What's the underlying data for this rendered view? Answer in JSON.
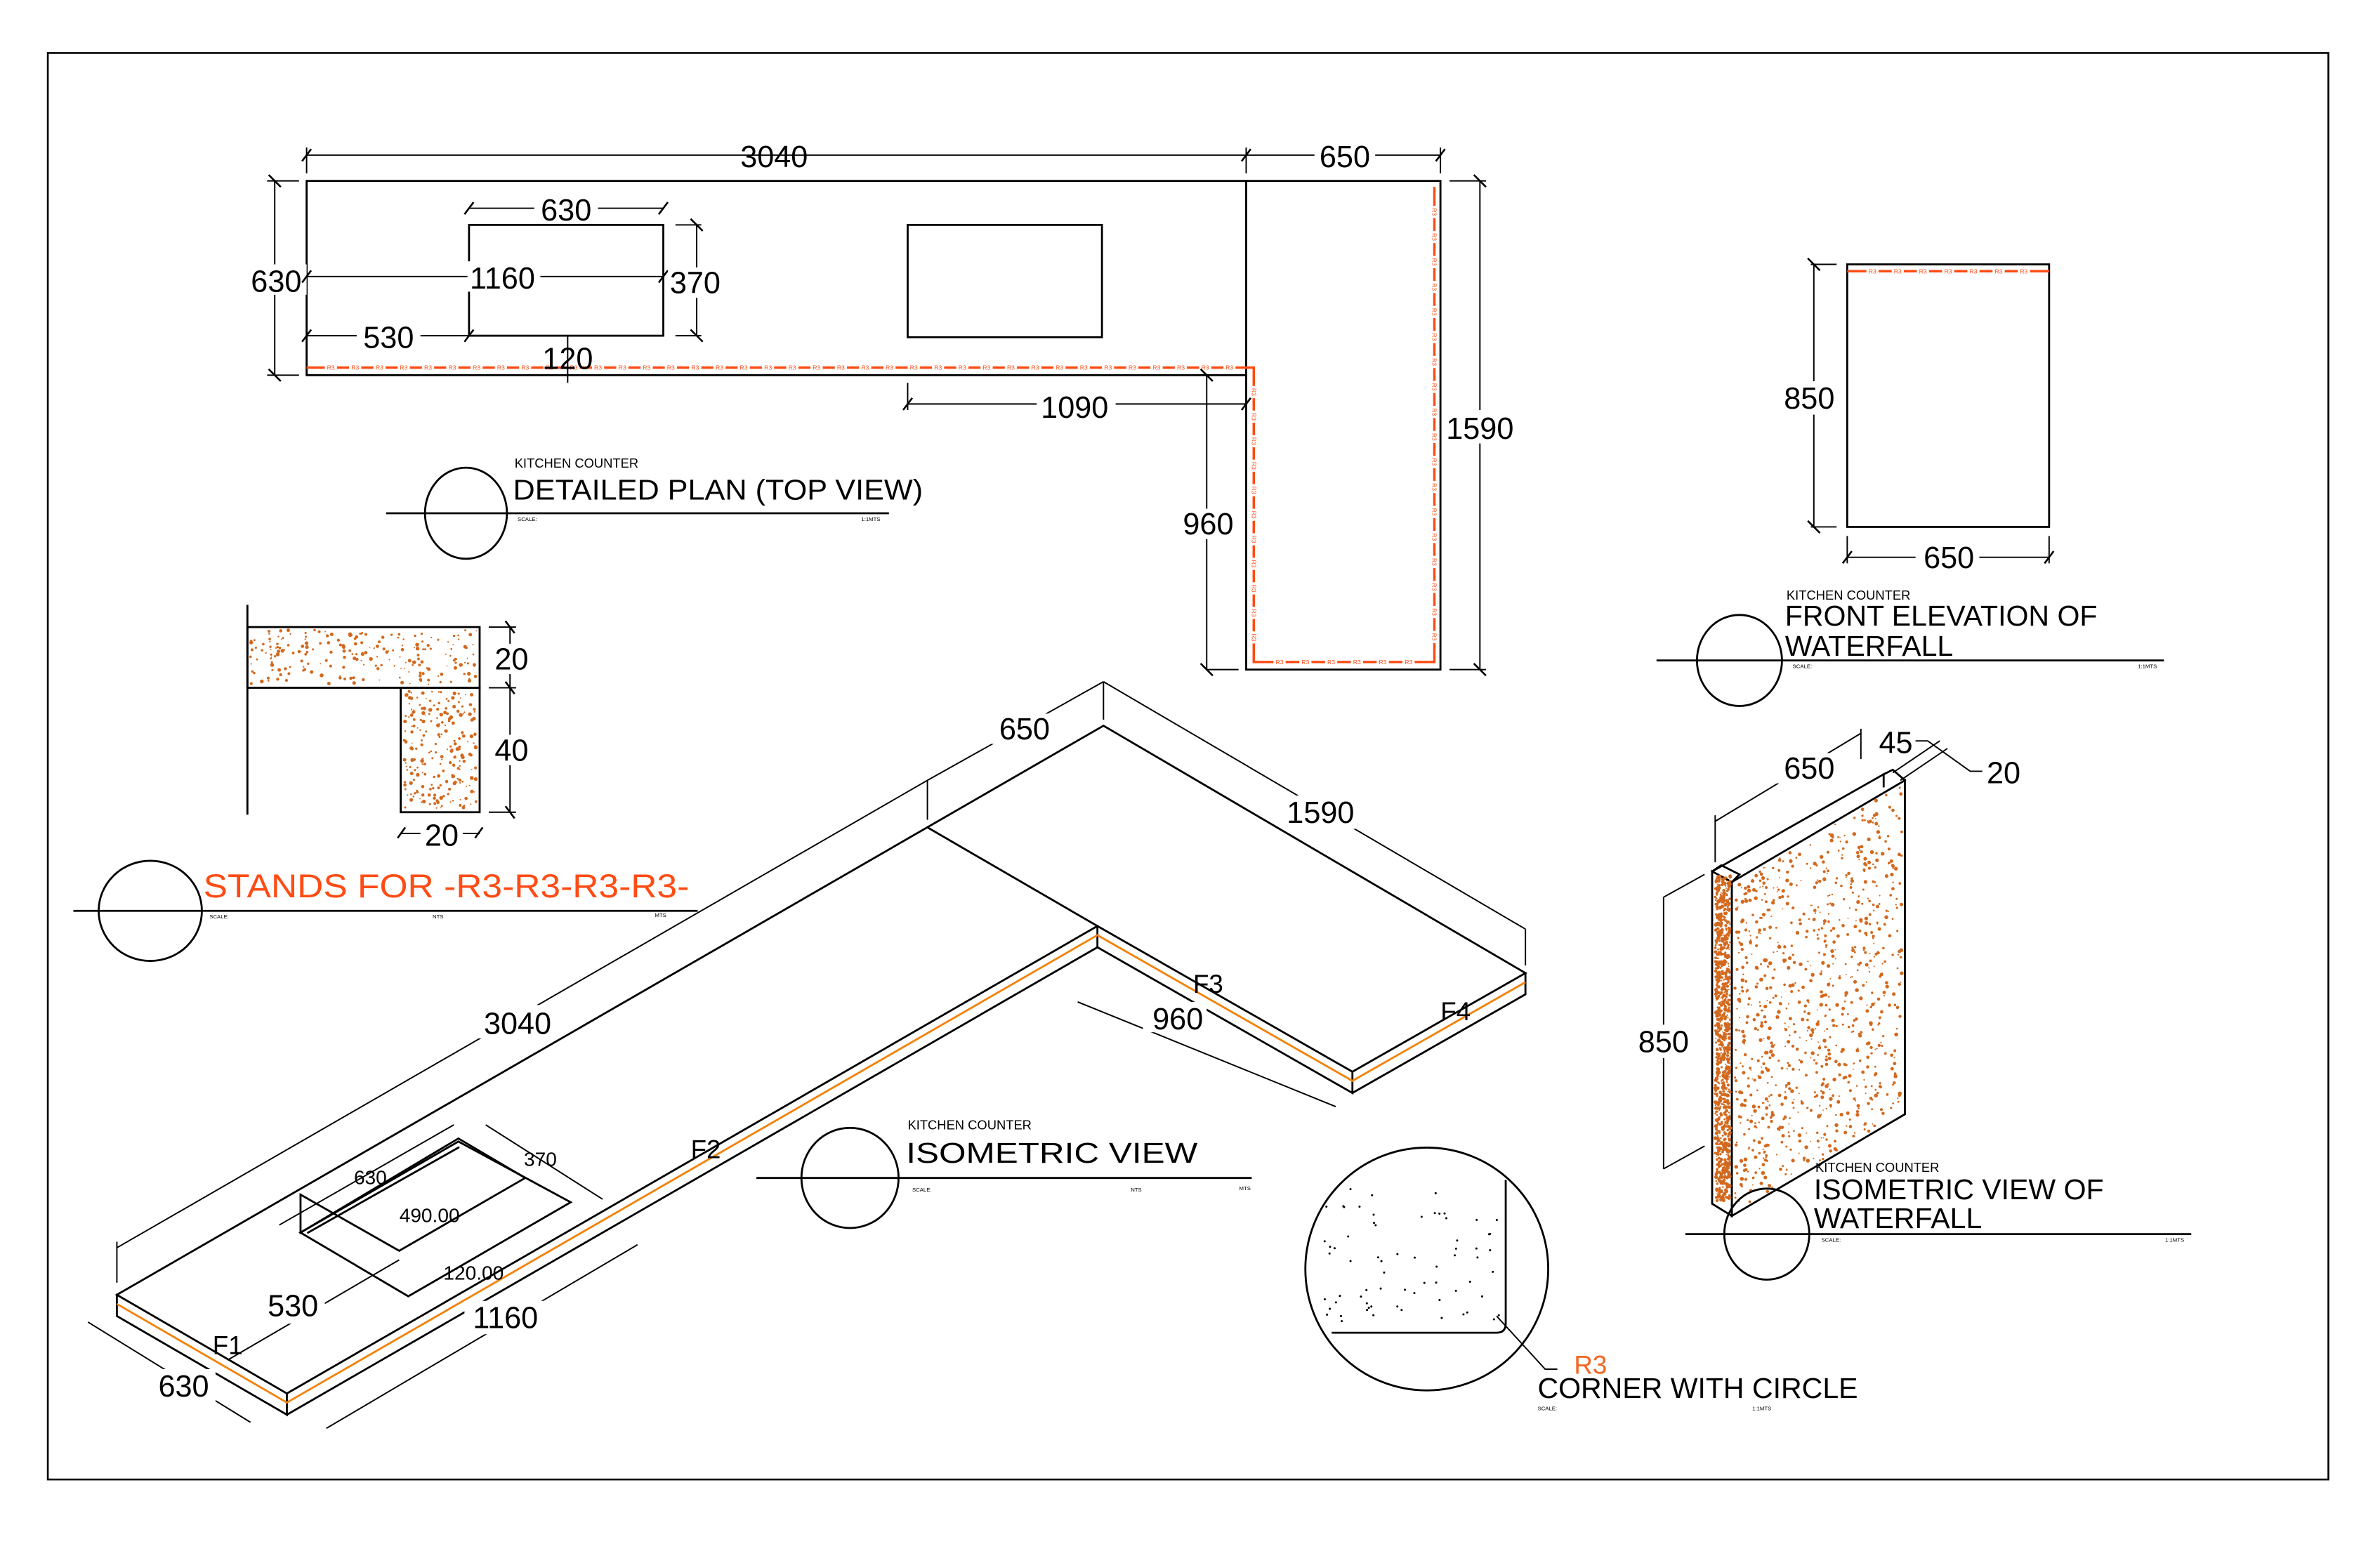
{
  "drawing": {
    "subject": "KITCHEN COUNTER",
    "colors": {
      "line": "#000000",
      "edge_band_plan": "#ff4b14",
      "edge_band_iso": "#f2820a",
      "granite_speck": "#d2691e",
      "r3_label": "#f26522",
      "background": "#ffffff"
    },
    "edge_marker": "R3"
  },
  "plan_view": {
    "title_sub": "KITCHEN COUNTER",
    "title": "DETAILED PLAN (TOP VIEW)",
    "scale_label": "SCALE:",
    "scale_value": "1:1MTS",
    "dims": {
      "overall_length": "3040",
      "return_width": "650",
      "depth": "630",
      "sink_width": "630",
      "sink_offset": "1160",
      "sink_depth": "370",
      "sink_left_offset": "530",
      "sink_front_offset": "120",
      "return_length": "1590",
      "inner_return": "960",
      "hob_offset": "1090"
    }
  },
  "section_detail": {
    "dims": {
      "top_thickness": "20",
      "drop_height": "40",
      "drop_thickness": "20"
    },
    "legend_text": "STANDS FOR -R3-R3-R3-R3-",
    "scale_label": "SCALE:",
    "scale_mid": "NTS",
    "scale_value": "MTS"
  },
  "front_elevation": {
    "title_sub": "KITCHEN COUNTER",
    "title_line1": "FRONT ELEVATION OF",
    "title_line2": "WATERFALL",
    "scale_label": "SCALE:",
    "scale_value": "1:1MTS",
    "dims": {
      "height": "850",
      "width": "650"
    }
  },
  "isometric_view": {
    "title_sub": "KITCHEN COUNTER",
    "title": "ISOMETRIC VIEW",
    "scale_label": "SCALE:",
    "scale_mid": "NTS",
    "scale_value": "MTS",
    "dims": {
      "return_width": "650",
      "return_length": "1590",
      "overall_length": "3040",
      "inner_return": "960",
      "sink_width": "630",
      "sink_depth": "370",
      "sink_inner": "490.00",
      "sink_front": "120.00",
      "sink_left_offset": "530",
      "sink_offset": "1160",
      "depth": "630"
    },
    "face_tags": [
      "F1",
      "F2",
      "F3",
      "F4"
    ]
  },
  "waterfall_iso": {
    "title_sub": "KITCHEN COUNTER",
    "title_line1": "ISOMETRIC VIEW OF",
    "title_line2": "WATERFALL",
    "scale_label": "SCALE:",
    "scale_value": "1:1MTS",
    "dims": {
      "width": "650",
      "height": "850",
      "return": "45",
      "thickness": "20"
    }
  },
  "corner_detail": {
    "label": "R3",
    "title": "CORNER WITH CIRCLE",
    "scale_label": "SCALE:",
    "scale_value": "1:1MTS"
  }
}
